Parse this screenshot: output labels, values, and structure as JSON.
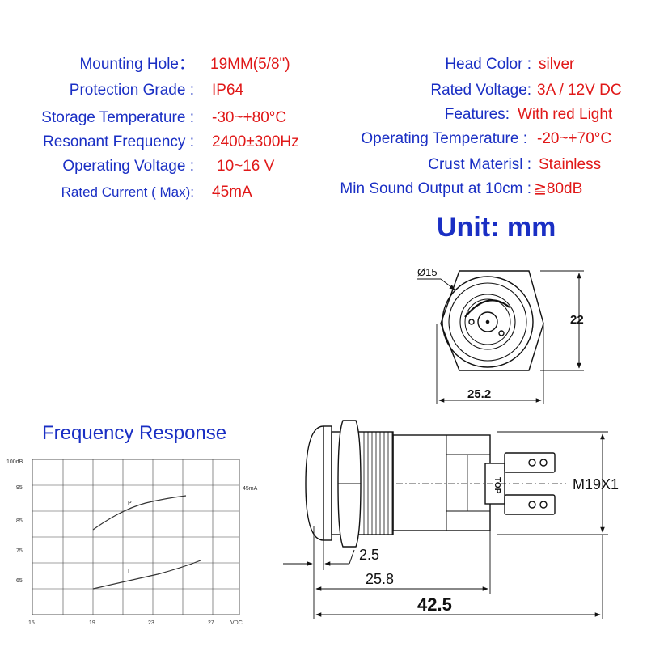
{
  "specs_left": [
    {
      "label": "Mounting Hole：",
      "value": "19MM(5/8\")"
    },
    {
      "label": "Protection Grade :",
      "value": "IP64"
    },
    {
      "label": "Storage Temperature :",
      "value": "-30~+80°C"
    },
    {
      "label": "Resonant Frequency :",
      "value": "2400±300Hz"
    },
    {
      "label": "Operating Voltage :",
      "value": "10~16 V"
    },
    {
      "label": "Rated Current ( Max):",
      "value": "45mA"
    }
  ],
  "specs_right": [
    {
      "label": "Head Color :",
      "value": "silver"
    },
    {
      "label": "Rated Voltage:",
      "value": "3A / 12V  DC"
    },
    {
      "label": "Features:",
      "value": "With red Light"
    },
    {
      "label": "Operating Temperature :",
      "value": "-20~+70°C"
    },
    {
      "label": "Crust Materisl :",
      "value": "Stainless"
    },
    {
      "label": "Min Sound Output at 10cm :",
      "value": "≧80dB"
    }
  ],
  "unit_label": "Unit: mm",
  "front_view": {
    "diameter_label": "Ø15",
    "height_label": "22",
    "width_label": "25.2"
  },
  "side_view": {
    "label_2_5": "2.5",
    "label_25_8": "25.8",
    "label_42_5": "42.5",
    "thread_label": "M19X1",
    "top_label": "TOP"
  },
  "frequency_response": {
    "title": "Frequency Response",
    "y_ticks": [
      "100dB",
      "95",
      "85",
      "75",
      "65"
    ],
    "x_ticks": [
      "15",
      "19",
      "23",
      "27"
    ],
    "x_unit": "VDC",
    "current_label": "45mA",
    "curve_p_label": "P",
    "curve_i_label": "I"
  }
}
